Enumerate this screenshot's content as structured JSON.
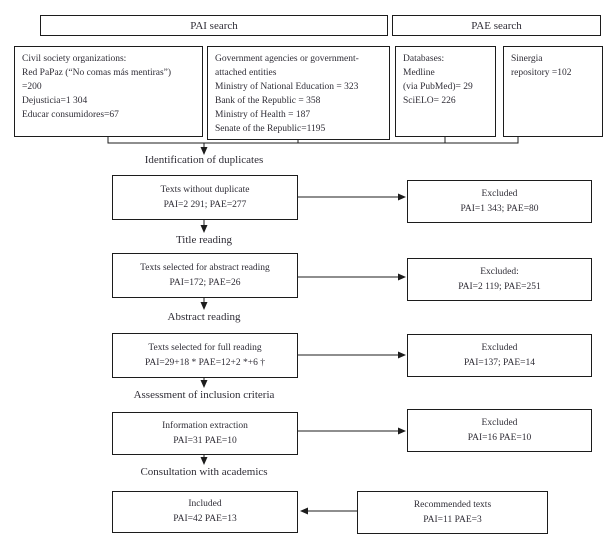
{
  "headers": {
    "pai": "PAI search",
    "pae": "PAE search"
  },
  "sources": {
    "civil_society": {
      "lines": [
        "Civil society organizations:",
        "Red PaPaz (“No comas más mentiras”)",
        "=200",
        "Dejusticia=1 304",
        "Educar consumidores=67"
      ]
    },
    "government": {
      "lines": [
        "Government agencies or government-",
        "attached entities",
        "Ministry of National Education = 323",
        "Bank of the Republic = 358",
        "Ministry of Health = 187",
        "Senate of the Republic=1195"
      ]
    },
    "databases": {
      "lines": [
        "Databases:",
        "Medline",
        "(via PubMed)= 29",
        "SciELO= 226"
      ]
    },
    "sinergia": {
      "lines": [
        "Sinergia",
        "repository =102"
      ]
    }
  },
  "stages": [
    {
      "label": "Identification of duplicates",
      "main": {
        "line1": "Texts without duplicate",
        "line2": "PAI=2 291; PAE=277"
      },
      "side": {
        "line1": "Excluded",
        "line2": "PAI=1 343; PAE=80"
      }
    },
    {
      "label": "Title reading",
      "main": {
        "line1": "Texts selected for abstract reading",
        "line2": "PAI=172; PAE=26"
      },
      "side": {
        "line1": "Excluded:",
        "line2": "PAI=2 119; PAE=251"
      }
    },
    {
      "label": "Abstract reading",
      "main": {
        "line1": "Texts selected for full reading",
        "line2": "PAI=29+18 * PAE=12+2 *+6 †"
      },
      "side": {
        "line1": "Excluded",
        "line2": "PAI=137; PAE=14"
      }
    },
    {
      "label": "Assessment of inclusion criteria",
      "main": {
        "line1": "Information extraction",
        "line2": "PAI=31 PAE=10"
      },
      "side": {
        "line1": "Excluded",
        "line2": "PAI=16 PAE=10"
      }
    },
    {
      "label": "Consultation with academics",
      "main": {
        "line1": "Included",
        "line2": "PAI=42 PAE=13"
      },
      "side": {
        "line1": "Recommended texts",
        "line2": "PAI=11 PAE=3"
      }
    }
  ],
  "colors": {
    "border": "#1c1c1c",
    "text": "#2f2d36",
    "background": "#ffffff"
  }
}
